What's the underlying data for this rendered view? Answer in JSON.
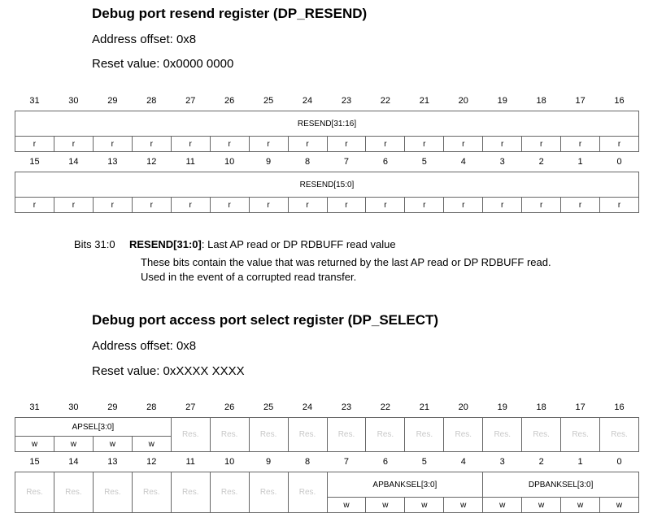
{
  "resend": {
    "title": "Debug port resend register (DP_RESEND)",
    "offset": "Address offset: 0x8",
    "reset": "Reset value: 0x0000 0000",
    "high_bits": [
      "31",
      "30",
      "29",
      "28",
      "27",
      "26",
      "25",
      "24",
      "23",
      "22",
      "21",
      "20",
      "19",
      "18",
      "17",
      "16"
    ],
    "high_field": "RESEND[31:16]",
    "high_access": [
      "r",
      "r",
      "r",
      "r",
      "r",
      "r",
      "r",
      "r",
      "r",
      "r",
      "r",
      "r",
      "r",
      "r",
      "r",
      "r"
    ],
    "low_bits": [
      "15",
      "14",
      "13",
      "12",
      "11",
      "10",
      "9",
      "8",
      "7",
      "6",
      "5",
      "4",
      "3",
      "2",
      "1",
      "0"
    ],
    "low_field": "RESEND[15:0]",
    "low_access": [
      "r",
      "r",
      "r",
      "r",
      "r",
      "r",
      "r",
      "r",
      "r",
      "r",
      "r",
      "r",
      "r",
      "r",
      "r",
      "r"
    ],
    "bitdesc": {
      "range": "Bits 31:0",
      "name": "RESEND[31:0]",
      "summary": ": Last AP read or DP RDBUFF read value",
      "line1": "These bits contain the value that was returned by the last AP read or DP RDBUFF read.",
      "line2": "Used in the event of a corrupted read transfer."
    }
  },
  "select": {
    "title": "Debug port access port select register (DP_SELECT)",
    "offset": "Address offset: 0x8",
    "reset": "Reset value: 0xXXXX XXXX",
    "high_bits": [
      "31",
      "30",
      "29",
      "28",
      "27",
      "26",
      "25",
      "24",
      "23",
      "22",
      "21",
      "20",
      "19",
      "18",
      "17",
      "16"
    ],
    "apsel": "APSEL[3:0]",
    "res": "Res.",
    "apsel_access": [
      "w",
      "w",
      "w",
      "w"
    ],
    "low_bits": [
      "15",
      "14",
      "13",
      "12",
      "11",
      "10",
      "9",
      "8",
      "7",
      "6",
      "5",
      "4",
      "3",
      "2",
      "1",
      "0"
    ],
    "apbanksel": "APBANKSEL[3:0]",
    "dpbanksel": "DPBANKSEL[3:0]",
    "low_access": [
      "w",
      "w",
      "w",
      "w",
      "w",
      "w",
      "w",
      "w"
    ]
  }
}
